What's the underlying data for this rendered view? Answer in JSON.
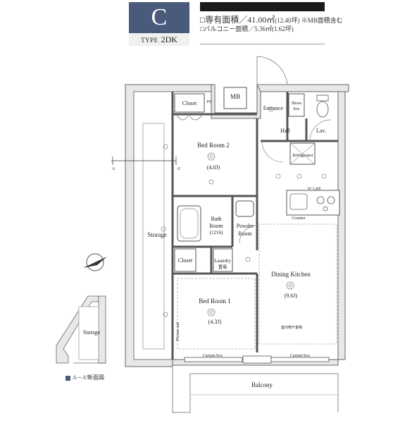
{
  "header": {
    "type_letter": "C",
    "type_prefix": "TYPE",
    "type_name": "2DK",
    "area_main": "□専有面積／41.00㎡",
    "area_main_sub": "(12.40坪) ※MB面積含む",
    "area_balcony": "□バルコニー面積／5.36㎡",
    "area_balcony_sub": "(1.62坪)"
  },
  "rooms": {
    "mb": "MB",
    "ps": "PS",
    "closet_top": "Closet",
    "entrance": "Entrance",
    "shoes_box_1": "Shoes",
    "shoes_box_2": "box",
    "hall": "Hall",
    "lav": "Lav.",
    "refrigerator": "Refrigerator",
    "bed_room_2": "Bed Room 2",
    "bed_room_2_size": "(4.0J)",
    "w_label": "W=1,400",
    "counter": "Counter",
    "bath_1": "Bath",
    "bath_2": "Room",
    "bath_3": "(1216)",
    "powder_1": "Powder",
    "powder_2": "Room",
    "storage_main": "Storage",
    "closet_mid": "Closet",
    "laundry_1": "Laundry",
    "laundry_2": "置場",
    "dining_kitchen": "Dining Kitchen",
    "dining_kitchen_size": "(9.6J)",
    "bed_room_1": "Bed Room 1",
    "bed_room_1_size": "(4.3J)",
    "picture_rail": "Picture rail",
    "indoor_fitting": "室内物干金物",
    "curtain_box_left": "Curtain box",
    "curtain_box_right": "Curtain box",
    "balcony": "Balcony",
    "storage_inset": "Storage",
    "section_a": "A",
    "section_a_prime": "A'"
  },
  "legend": {
    "text": "A－A'断面図"
  }
}
